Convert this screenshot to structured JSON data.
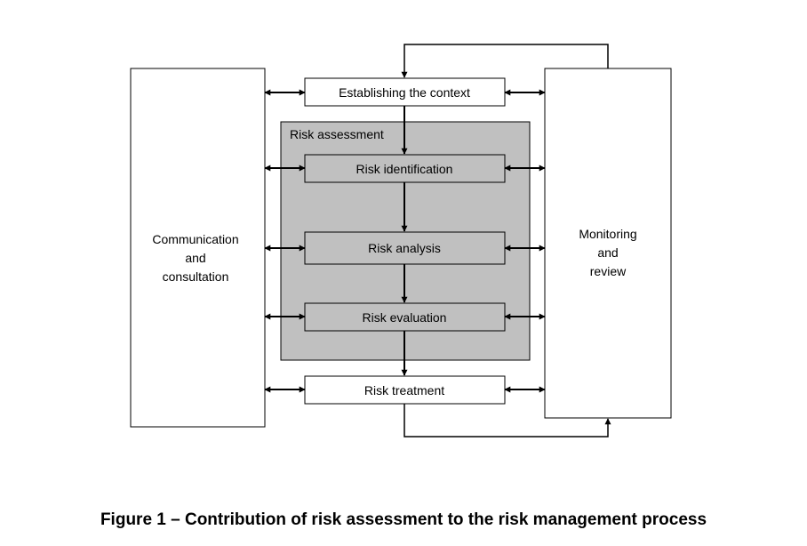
{
  "diagram": {
    "left_panel": [
      "Communication",
      "and",
      "consultation"
    ],
    "right_panel": [
      "Monitoring",
      "and",
      "review"
    ],
    "group_label": "Risk assessment",
    "steps": {
      "context": "Establishing the context",
      "identification": "Risk identification",
      "analysis": "Risk analysis",
      "evaluation": "Risk evaluation",
      "treatment": "Risk treatment"
    },
    "colors": {
      "group_fill": "#c0c0c0",
      "line": "#000000",
      "box_fill": "#ffffff"
    }
  },
  "caption": "Figure 1 – Contribution of risk assessment to the risk management process"
}
